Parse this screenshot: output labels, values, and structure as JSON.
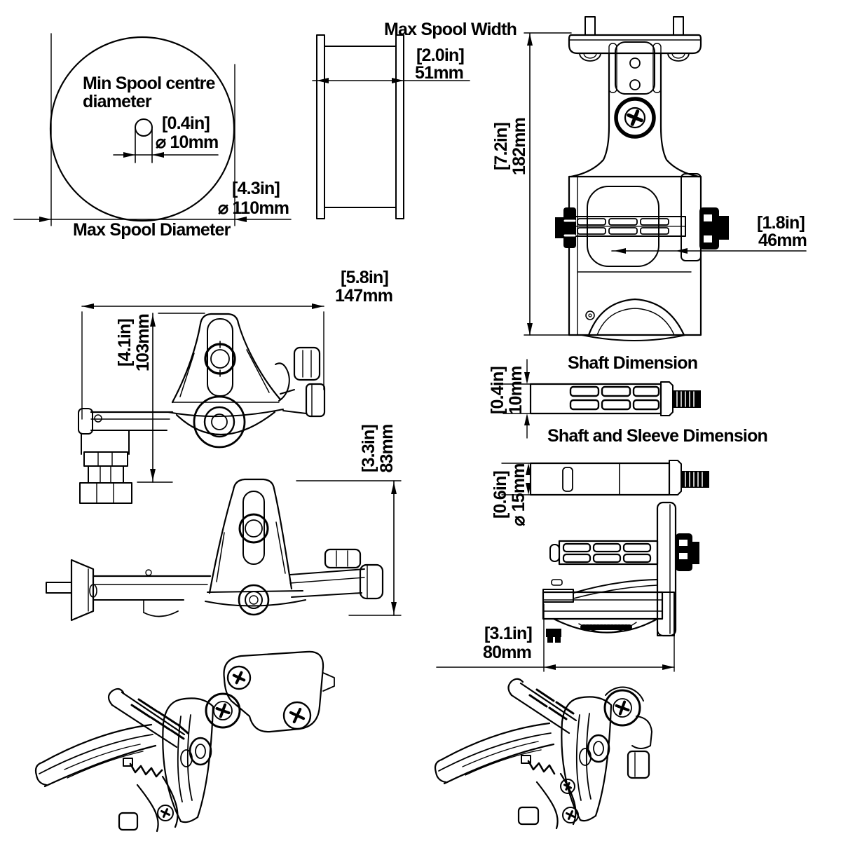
{
  "figure": {
    "background": "#ffffff",
    "line_color": "#000000"
  },
  "spool_front": {
    "title": "Min Spool centre\ndiameter",
    "centre_dia_in": "[0.4in]",
    "centre_dia_mm": "⌀ 10mm",
    "max_dia_in": "[4.3in]",
    "max_dia_mm": "⌀ 110mm",
    "bottom_label": "Max Spool Diameter"
  },
  "spool_side": {
    "title": "Max Spool Width",
    "width_in": "[2.0in]",
    "width_mm": "51mm"
  },
  "front_view": {
    "height_in": "[7.2in]",
    "height_mm": "182mm",
    "clamp_in": "[1.8in]",
    "clamp_mm": "46mm"
  },
  "side_view_upper": {
    "length_in": "[5.8in]",
    "length_mm": "147mm",
    "height_in": "[4.1in]",
    "height_mm": "103mm"
  },
  "side_view_lower": {
    "height_in": "[3.3in]",
    "height_mm": "83mm"
  },
  "shaft_view": {
    "title": "Shaft Dimension",
    "dia_in": "[0.4in]",
    "dia_mm": "10mm"
  },
  "sleeve_view": {
    "title": "Shaft and Sleeve Dimension",
    "dia_in": "[0.6in]",
    "dia_mm": "⌀ 15mm"
  },
  "rear_side_view": {
    "depth_in": "[3.1in]",
    "depth_mm": "80mm"
  }
}
